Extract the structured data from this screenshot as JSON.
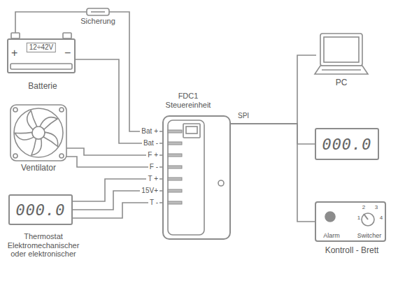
{
  "diagram": {
    "nodes": [
      {
        "text": [
          "+",
          "12÷42V",
          "−",
          "Batterie"
        ]
      },
      {
        "text": [
          "Ventilator"
        ]
      },
      {
        "text": [
          "000.0",
          "Thermostat Elektromechanischer oder elektronischer"
        ]
      },
      {
        "text": [
          "FDC1 Steuereinheit"
        ]
      },
      {
        "text": [
          "PC"
        ]
      },
      {
        "text": [
          "000.0"
        ]
      },
      {
        "text": [
          "Alarm",
          "Switcher",
          "1",
          "2",
          "3",
          "4",
          "Kontroll - Brett"
        ]
      }
    ],
    "edges": [
      {
        "from": 0,
        "to": 3,
        "arrow": "none"
      },
      {
        "from": 0,
        "to": 3,
        "arrow": "none"
      },
      {
        "from": 1,
        "to": 3,
        "arrow": "none"
      },
      {
        "from": 1,
        "to": 3,
        "arrow": "none"
      },
      {
        "from": 2,
        "to": 3,
        "arrow": "none"
      },
      {
        "from": 2,
        "to": 3,
        "arrow": "none"
      },
      {
        "from": 2,
        "to": 3,
        "arrow": "none"
      },
      {
        "from": 3,
        "to": 4,
        "arrow": "none"
      },
      {
        "from": 3,
        "to": 5,
        "arrow": "none"
      },
      {
        "from": 3,
        "to": 6,
        "arrow": "none"
      }
    ],
    "labels": [
      "Sicherung",
      "Bat +",
      "Bat -",
      "F +",
      "F -",
      "T +",
      "15V+",
      "T -",
      "SPI"
    ]
  }
}
